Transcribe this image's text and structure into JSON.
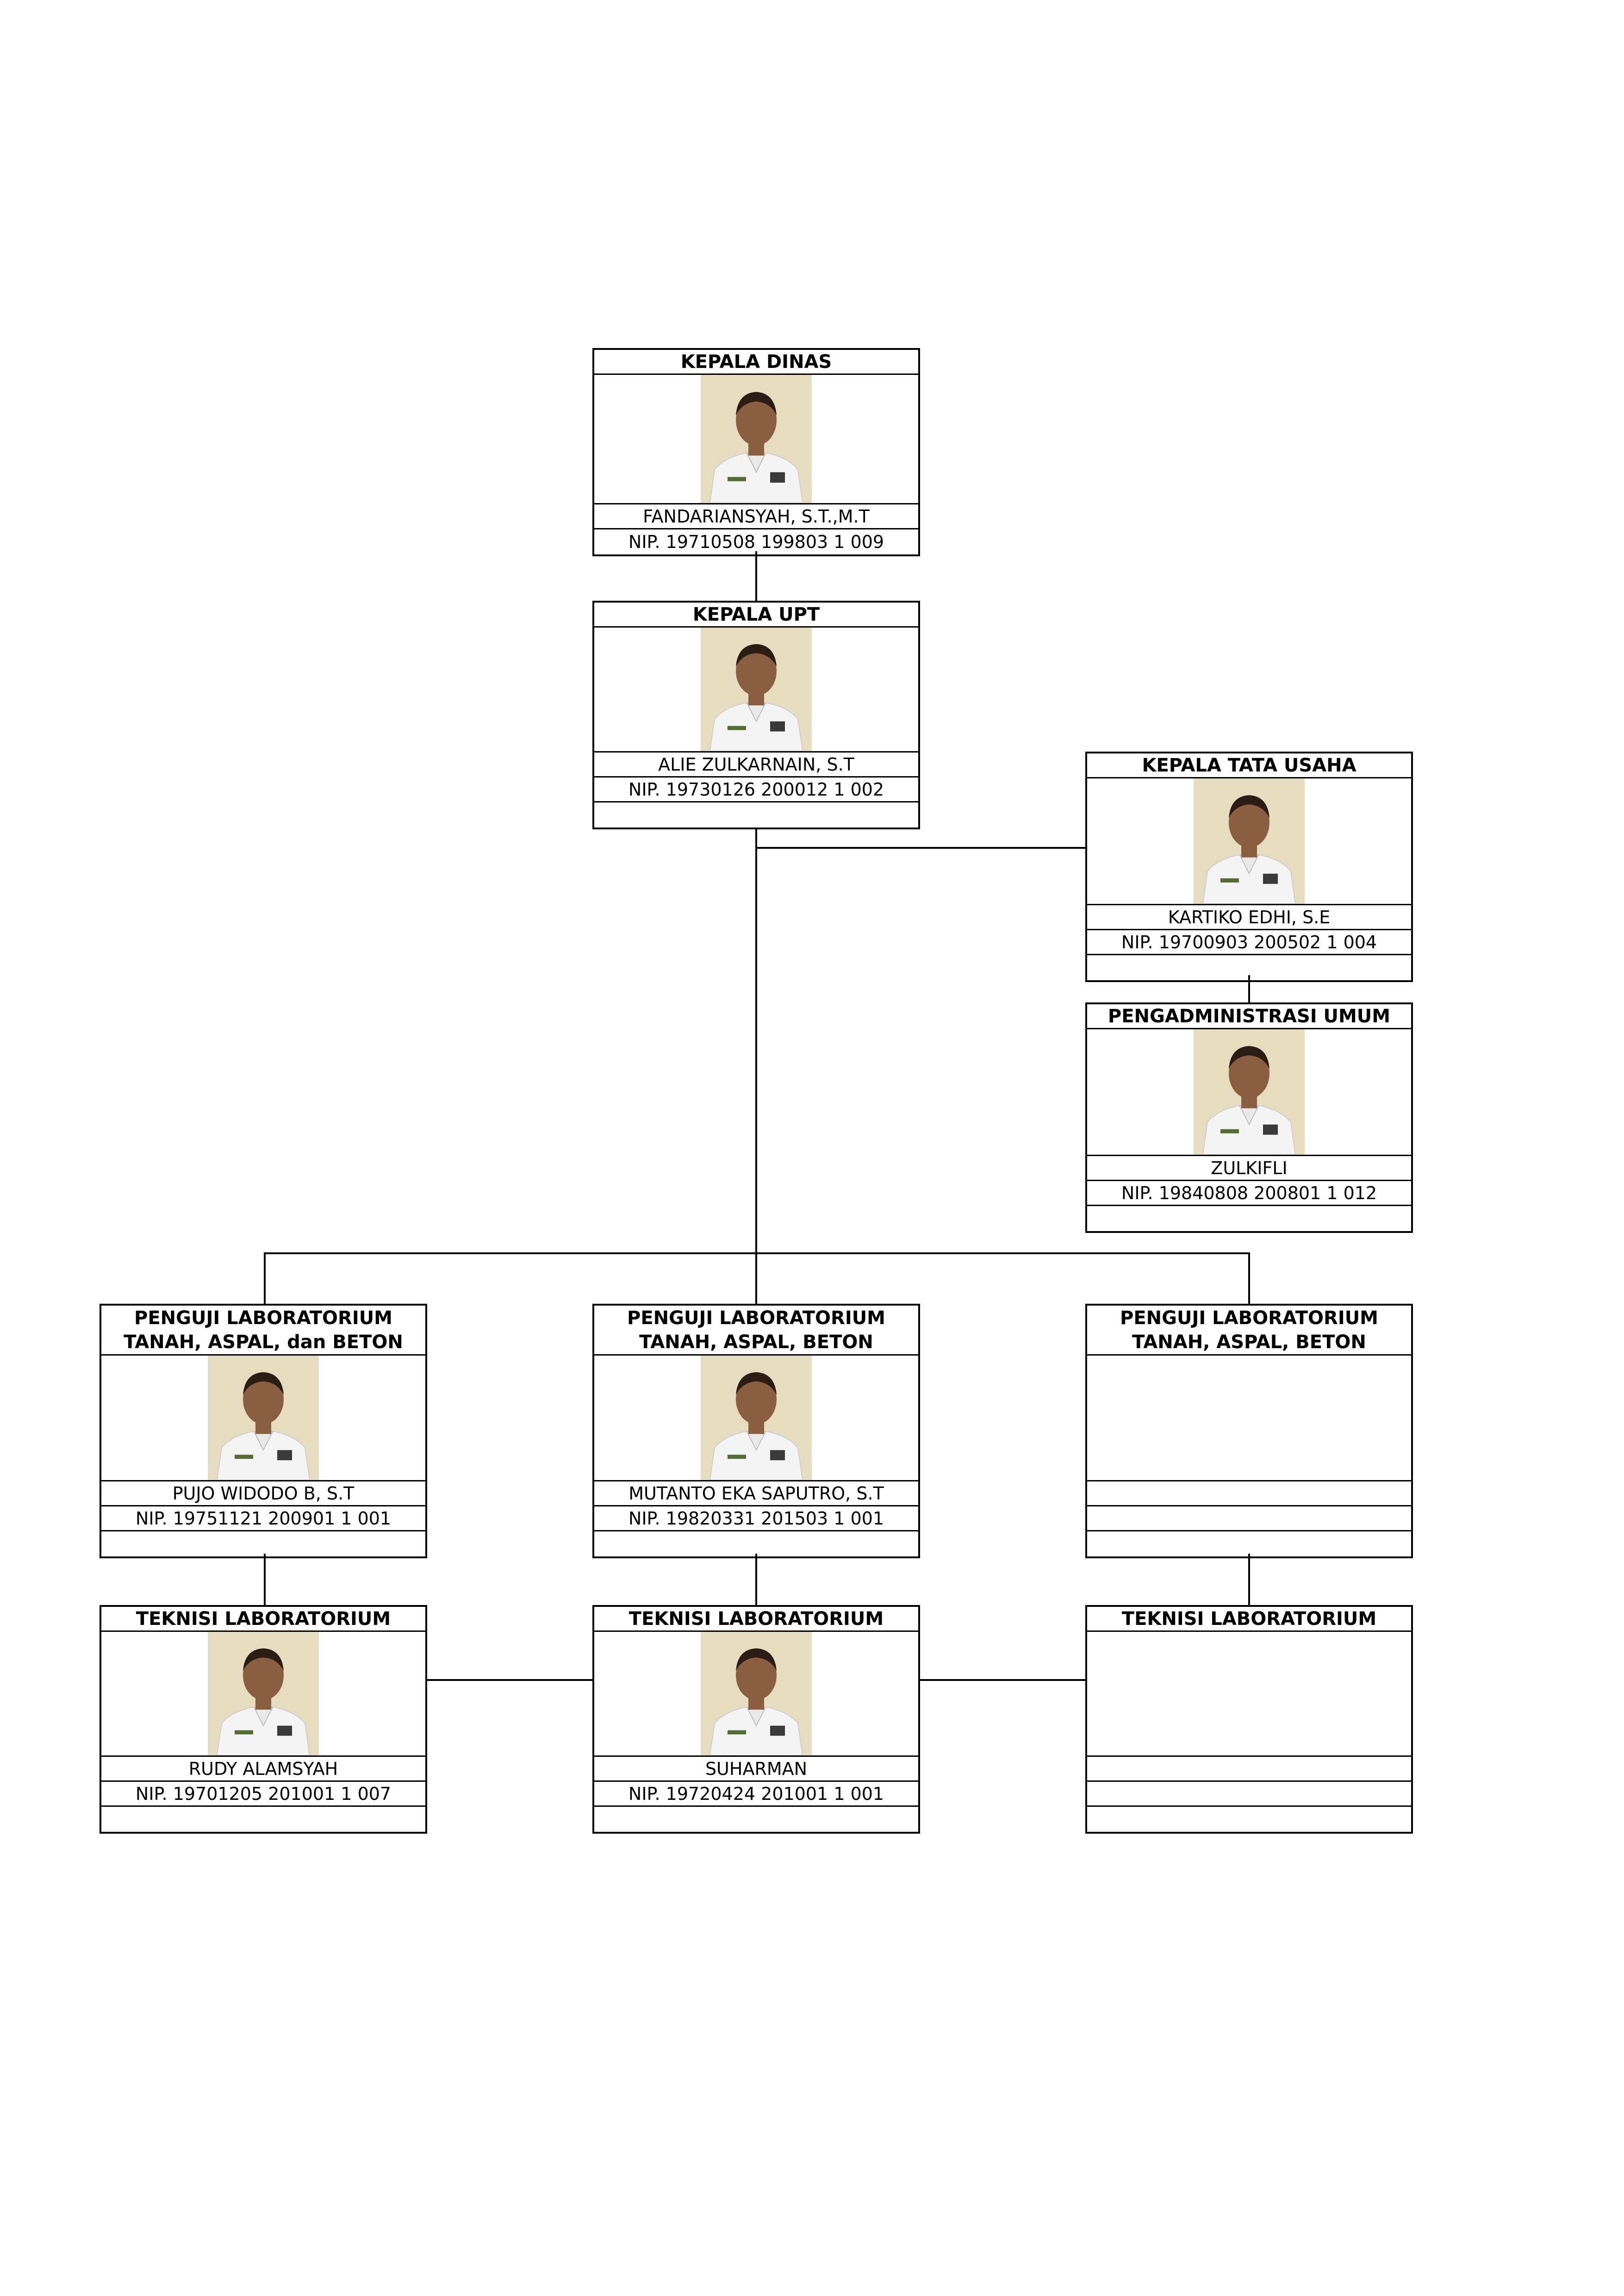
{
  "nodes": {
    "kepala_dinas": {
      "title": [
        "KEPALA DINAS"
      ],
      "name": "FANDARIANSYAH, S.T.,M.T",
      "nip": "NIP. 19710508 199803 1 009",
      "photo": "portrait-photo"
    },
    "kepala_upt": {
      "title": [
        "KEPALA UPT"
      ],
      "name": "ALIE ZULKARNAIN, S.T",
      "nip": "NIP. 19730126 200012 1 002",
      "photo": "portrait-photo"
    },
    "kepala_tata_usaha": {
      "title": [
        "KEPALA TATA USAHA"
      ],
      "name": "KARTIKO EDHI, S.E",
      "nip": "NIP. 19700903 200502 1 004",
      "photo": "portrait-photo"
    },
    "pengadministrasi_umum": {
      "title": [
        "PENGADMINISTRASI UMUM"
      ],
      "name": "ZULKIFLI",
      "nip": "NIP. 19840808 200801 1 012",
      "photo": "portrait-photo"
    },
    "penguji_1": {
      "title": [
        "PENGUJI LABORATORIUM",
        "TANAH, ASPAL, dan BETON"
      ],
      "name": "PUJO WIDODO B, S.T",
      "nip": "NIP. 19751121 200901 1 001",
      "photo": "portrait-photo"
    },
    "penguji_2": {
      "title": [
        "PENGUJI LABORATORIUM",
        "TANAH, ASPAL, BETON"
      ],
      "name": "MUTANTO EKA SAPUTRO, S.T",
      "nip": "NIP. 19820331 201503 1 001",
      "photo": "portrait-photo"
    },
    "penguji_3": {
      "title": [
        "PENGUJI LABORATORIUM",
        "TANAH, ASPAL, BETON"
      ],
      "name": "",
      "nip": "",
      "photo": ""
    },
    "teknisi_1": {
      "title": [
        "TEKNISI LABORATORIUM"
      ],
      "name": "RUDY ALAMSYAH",
      "nip": "NIP. 19701205 201001 1 007",
      "photo": "portrait-photo"
    },
    "teknisi_2": {
      "title": [
        "TEKNISI LABORATORIUM"
      ],
      "name": "SUHARMAN",
      "nip": "NIP. 19720424 201001 1 001",
      "photo": "portrait-photo"
    },
    "teknisi_3": {
      "title": [
        "TEKNISI LABORATORIUM"
      ],
      "name": "",
      "nip": "",
      "photo": ""
    }
  },
  "colors": {
    "line": "#000000",
    "photo_background": "#e6ddc0",
    "uniform": "#f4f4f4",
    "skin": "#8a5e3e"
  }
}
